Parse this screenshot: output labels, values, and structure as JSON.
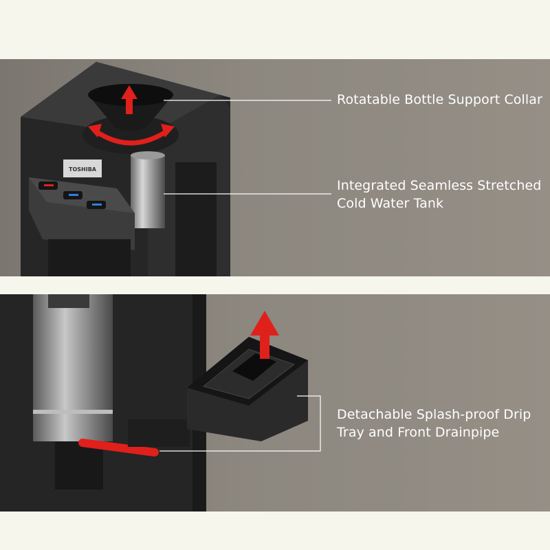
{
  "brand": "TOSHIBA",
  "callouts": {
    "collar": "Rotatable Bottle Support Collar",
    "tank_line1": "Integrated Seamless Stretched",
    "tank_line2": "Cold Water Tank",
    "tray_line1": "Detachable Splash-proof Drip",
    "tray_line2": "Tray and Front Drainpipe"
  },
  "colors": {
    "background": "#f6f6ec",
    "panel": "#8a857d",
    "accent_red": "#e0201b",
    "button_blue": "#2f7fe0",
    "text": "#ffffff"
  },
  "icons": [
    "up-arrow-icon",
    "rotate-arrows-icon"
  ]
}
